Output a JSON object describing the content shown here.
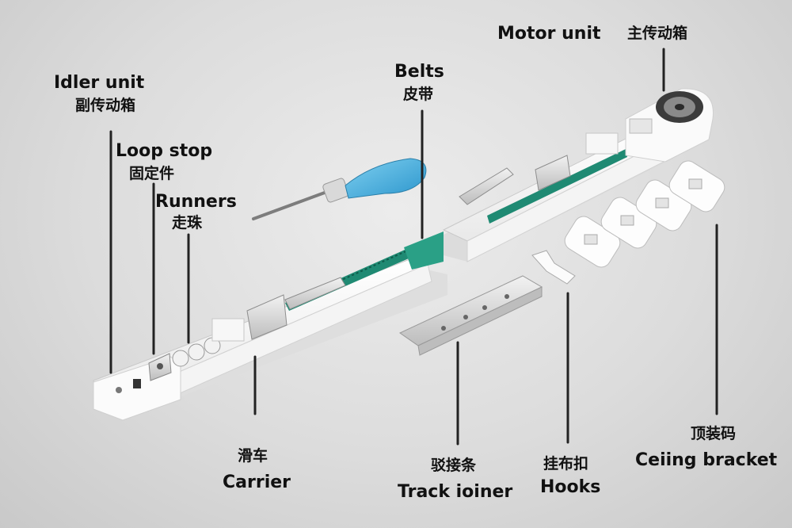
{
  "labels": {
    "motor_unit": {
      "en": "Motor unit",
      "zh": "主传动箱"
    },
    "idler_unit": {
      "en": "Idler unit",
      "zh": "副传动箱"
    },
    "belts": {
      "en": "Belts",
      "zh": "皮带"
    },
    "loop_stop": {
      "en": "Loop stop",
      "zh": "固定件"
    },
    "runners": {
      "en": "Runners",
      "zh": "走珠"
    },
    "carrier": {
      "zh": "滑车",
      "en": "Carrier"
    },
    "track_joiner": {
      "zh": "驳接条",
      "en": "Track ioiner"
    },
    "hooks": {
      "zh": "挂布扣",
      "en": "Hooks"
    },
    "ceiling_bracket": {
      "zh": "顶装码",
      "en": "Ceiing bracket"
    }
  },
  "colors": {
    "background": "#dcdcdc",
    "track_white": "#f7f7f7",
    "belt_teal": "#1f8a73",
    "screwdriver_blue": "#3aa7dc",
    "leader_line": "#222222"
  }
}
